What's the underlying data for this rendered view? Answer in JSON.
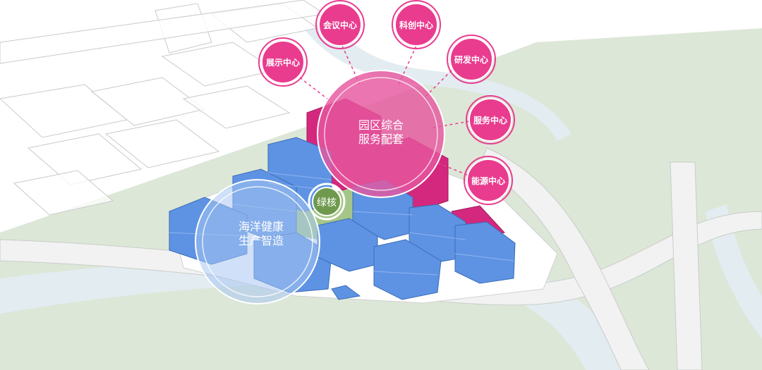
{
  "colors": {
    "building_blue": "#5e93e3",
    "building_magenta": "#d4287e",
    "accent_pink": "#e93c8f",
    "green_core": "#6f9a4e",
    "land": "#dde7d8",
    "water": "#e3ecf1",
    "road": "#f2f2f2"
  },
  "central_zone": {
    "line1": "园区综合",
    "line2": "服务配套"
  },
  "health_zone": {
    "line1": "海洋健康",
    "line2": "生产智造"
  },
  "green_core": {
    "label": "绿核"
  },
  "function_bubbles": [
    {
      "id": "exhibit",
      "label": "展示中心"
    },
    {
      "id": "conference",
      "label": "会议中心"
    },
    {
      "id": "innovation",
      "label": "科创中心"
    },
    {
      "id": "rnd",
      "label": "研发中心"
    },
    {
      "id": "service",
      "label": "服务中心"
    },
    {
      "id": "energy",
      "label": "能源中心"
    }
  ]
}
